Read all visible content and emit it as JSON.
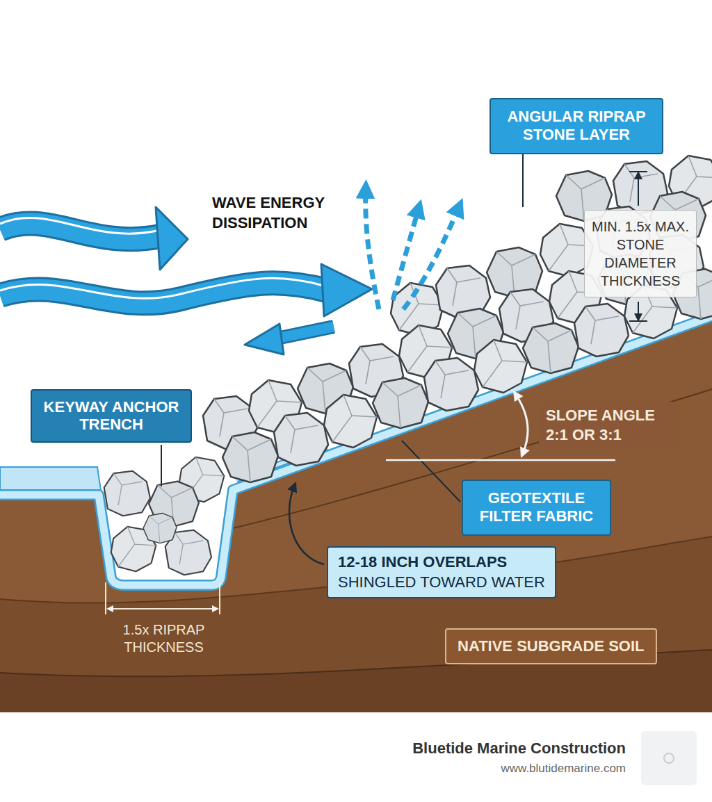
{
  "diagram": {
    "nodes": [
      {
        "text": [
          "ANGULAR RIPRAP STONE LAYER"
        ]
      },
      {
        "text": [
          "MIN. 1.5x MAX. STONE DIAMETER THICKNESS"
        ]
      },
      {
        "text": [
          "KEYWAY ANCHOR TRENCH"
        ]
      },
      {
        "text": [
          "SLOPE ANGLE 2:1 OR 3:1"
        ]
      },
      {
        "text": [
          "GEOTEXTILE FILTER FABRIC"
        ]
      },
      {
        "text": [
          "12-18 INCH OVERLAPS",
          "SHINGLED TOWARD WATER"
        ]
      },
      {
        "text": [
          "NATIVE SUBGRADE SOIL"
        ]
      }
    ],
    "labels": [
      "WAVE ENERGY DISSIPATION",
      "1.5x RIPRAP THICKNESS",
      "Bluetide Marine Construction",
      "www.blutidemarine.com"
    ]
  }
}
